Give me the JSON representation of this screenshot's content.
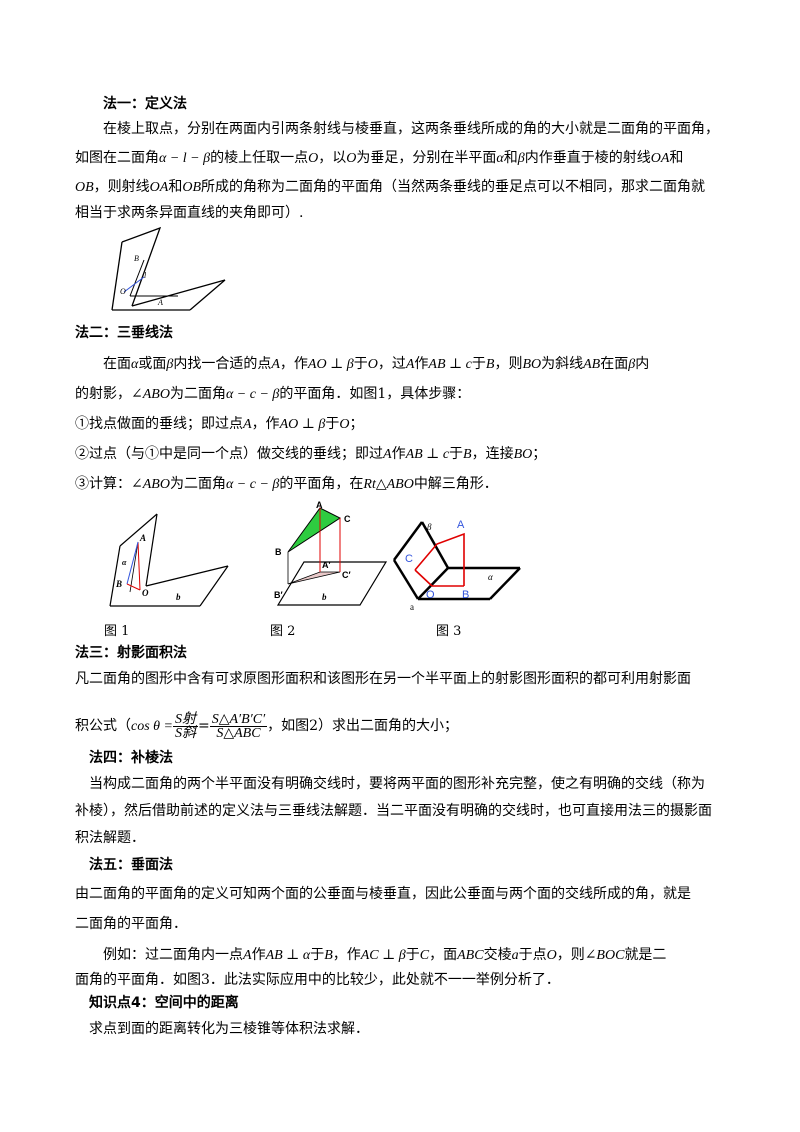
{
  "s1": {
    "title": "法一：定义法",
    "p1": "在棱上取点，分别在两面内引两条射线与棱垂直，这两条垂线所成的角的大小就是二面角的平面角，",
    "p2a": "如图在二面角",
    "p2m1": "α − l − β",
    "p2b": "的棱上任取一点",
    "p2m2": "O",
    "p2c": "，以",
    "p2m3": "O",
    "p2d": "为垂足，分别在半平面",
    "p2m4": "α",
    "p2e": "和",
    "p2m5": "β",
    "p2f": "内作垂直于棱的射线",
    "p2m6": "OA",
    "p2g": "和",
    "p3m1": "OB",
    "p3a": "，则射线",
    "p3m2": "OA",
    "p3b": "和",
    "p3m3": "OB",
    "p3c": "所成的角称为二面角的平面角（当然两条垂线的垂足点可以不相同，那求二面角就",
    "p4": "相当于求两条异面直线的夹角即可）.",
    "fig_labels": {
      "b": "B",
      "l": "l",
      "o": "O",
      "a": "A"
    }
  },
  "s2": {
    "title": "法二：三垂线法",
    "p1a": "在面",
    "p1m1": "α",
    "p1b": "或面",
    "p1m2": "β",
    "p1c": "内找一合适的点",
    "p1m3": "A",
    "p1d": "，作",
    "p1m4": "AO ⊥ β",
    "p1e": "于",
    "p1m5": "O",
    "p1f": "，过",
    "p1m6": "A",
    "p1g": "作",
    "p1m7": "AB ⊥ c",
    "p1h": "于",
    "p1m8": "B",
    "p1i": "，则",
    "p1m9": "BO",
    "p1j": "为斜线",
    "p1m10": "AB",
    "p1k": "在面",
    "p1m11": "β",
    "p1l": "内",
    "p2a": "的射影，",
    "p2m1": "∠ABO",
    "p2b": "为二面角",
    "p2m2": "α − c − β",
    "p2c": "的平面角．如图1，具体步骤：",
    "step1a": "①找点做面的垂线；即过点",
    "step1m1": "A",
    "step1b": "，作",
    "step1m2": "AO ⊥ β",
    "step1c": "于",
    "step1m3": "O",
    "step1d": "；",
    "step2a": "②过点（与①中是同一个点）做交线的垂线；即过",
    "step2m1": "A",
    "step2b": "作",
    "step2m2": "AB ⊥ c",
    "step2c": "于",
    "step2m3": "B",
    "step2d": "，连接",
    "step2m4": "BO",
    "step2e": "；",
    "step3a": "③计算：",
    "step3m1": "∠ABO",
    "step3b": "为二面角",
    "step3m2": "α − c − β",
    "step3c": "的平面角，在",
    "step3m3": "Rt△ABO",
    "step3d": "中解三角形．",
    "fig1_labels": {
      "a": "A",
      "alpha": "α",
      "b": "B",
      "o": "O",
      "bb": "b"
    },
    "fig2_labels": {
      "a": "A",
      "c": "C",
      "b": "B",
      "a2": "A′",
      "c2": "C′",
      "b2": "B′",
      "bb": "b"
    },
    "fig3_labels": {
      "beta": "β",
      "a": "A",
      "c": "C",
      "alpha": "α",
      "o": "O",
      "b": "B",
      "aa": "a"
    },
    "cap1": "图 1",
    "cap2": "图 2",
    "cap3": "图 3",
    "colors": {
      "green": "#2ecc40",
      "red": "#e00000",
      "pink": "#e8c8c8",
      "blue": "#3355dd"
    }
  },
  "s3": {
    "title": "法三：射影面积法",
    "p1": "凡二面角的图形中含有可求原图形面积和该图形在另一个半平面上的射影图形面积的都可利用射影面",
    "p2a": "积公式（",
    "cos": "cos θ =",
    "f1num": "S射",
    "f1den": "S斜",
    "eq": "=",
    "f2num": "S△A′B′C′",
    "f2den": "S△ABC",
    "p2b": "，如图2）求出二面角的大小；"
  },
  "s4": {
    "title": "法四：补棱法",
    "p1": "当构成二面角的两个半平面没有明确交线时，要将两平面的图形补充完整，使之有明确的交线（称为",
    "p2": "补棱），然后借助前述的定义法与三垂线法解题．当二平面没有明确的交线时，也可直接用法三的摄影面",
    "p3": "积法解题．"
  },
  "s5": {
    "title": "法五：垂面法",
    "p1": "由二面角的平面角的定义可知两个面的公垂面与棱垂直，因此公垂面与两个面的交线所成的角，就是",
    "p2": "二面角的平面角．",
    "p3a": "例如：过二面角内一点",
    "p3m1": "A",
    "p3b": "作",
    "p3m2": "AB ⊥ α",
    "p3c": "于",
    "p3m3": "B",
    "p3d": "，作",
    "p3m4": "AC ⊥ β",
    "p3e": "于",
    "p3m5": "C",
    "p3f": "，面",
    "p3m6": "ABC",
    "p3g": "交棱",
    "p3m7": "a",
    "p3h": "于点",
    "p3m8": "O",
    "p3i": "，则",
    "p3m9": "∠BOC",
    "p3j": "就是二",
    "p4": "面角的平面角．如图3．此法实际应用中的比较少，此处就不一一举例分析了．"
  },
  "s6": {
    "title": "知识点4：空间中的距离",
    "p1": "求点到面的距离转化为三棱锥等体积法求解．"
  }
}
